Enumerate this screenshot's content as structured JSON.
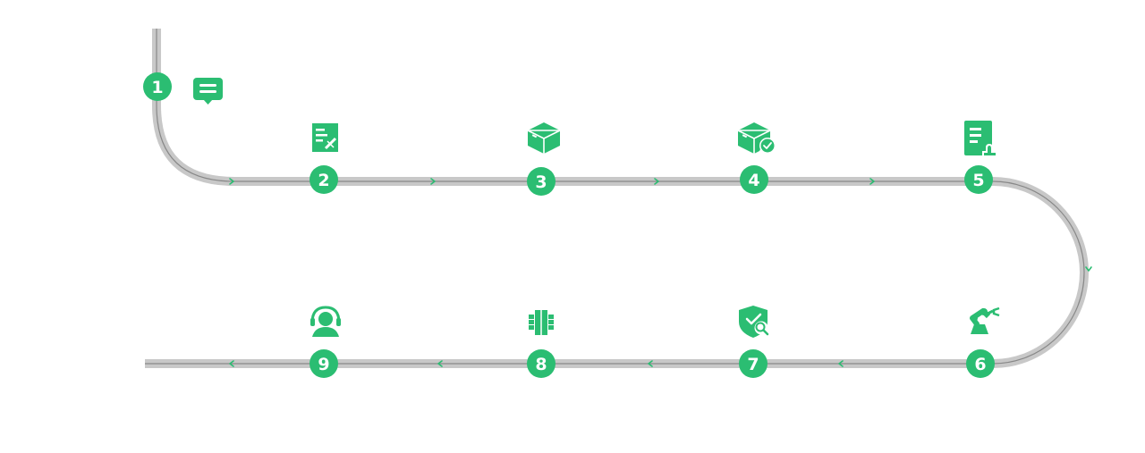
{
  "theme": {
    "accent": "#2bbd72",
    "track_outer": "#c8c8c8",
    "track_inner": "#888888",
    "background": "#ffffff"
  },
  "steps": [
    {
      "number": "1",
      "icon": "message-bubble-icon"
    },
    {
      "number": "2",
      "icon": "form-edit-icon"
    },
    {
      "number": "3",
      "icon": "box-icon"
    },
    {
      "number": "4",
      "icon": "box-check-icon"
    },
    {
      "number": "5",
      "icon": "document-stamp-icon"
    },
    {
      "number": "6",
      "icon": "robot-arm-icon"
    },
    {
      "number": "7",
      "icon": "shield-inspect-icon"
    },
    {
      "number": "8",
      "icon": "circuit-chip-icon"
    },
    {
      "number": "9",
      "icon": "customer-service-icon"
    }
  ],
  "flow_direction": "top-left down, right across upper row, down on right, left across lower row"
}
